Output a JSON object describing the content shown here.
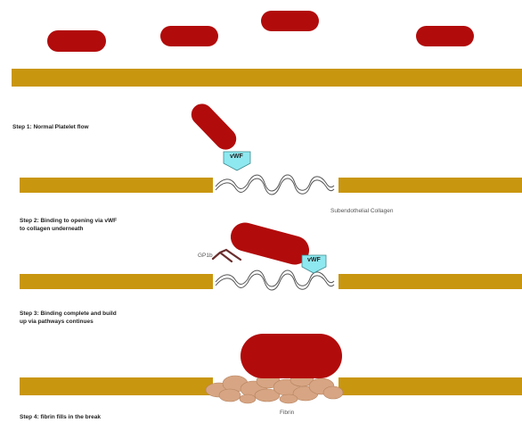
{
  "steps": [
    {
      "line1": "Step 1: Normal Platelet flow",
      "line2": ""
    },
    {
      "line1": "Step 2: Binding to opening via vWF",
      "line2": "to collagen underneath"
    },
    {
      "line1": "Step 3: Binding complete and build",
      "line2": "up via pathways continues"
    },
    {
      "line1": "Step 4: fibrin fills in the break",
      "line2": ""
    }
  ],
  "labels": {
    "vwf": "vWF",
    "gp1b": "GP1b",
    "collagen": "Subendothelial Collagen",
    "fibrin": "Fibrin"
  },
  "colors": {
    "platelet": "#b20b0b",
    "vessel_wall": "#c9960f",
    "vwf_fill": "#8ee8ef",
    "gp1b_receptor": "#6b2e2e",
    "fibrin": "#d7a583",
    "text": "#222222"
  }
}
